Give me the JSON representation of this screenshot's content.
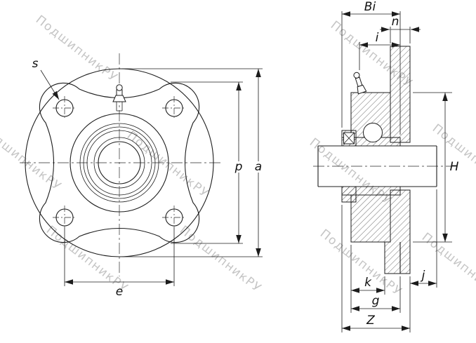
{
  "watermark": {
    "text": "ПодшипникРУ"
  },
  "front_view": {
    "dim_labels": {
      "s": "s",
      "e": "e",
      "p": "p",
      "a": "a"
    }
  },
  "side_view": {
    "dim_labels": {
      "Bi": "Bi",
      "n": "n",
      "i": "i",
      "H": "H",
      "k": "k",
      "j": "j",
      "g": "g",
      "Z": "Z"
    }
  },
  "colors": {
    "line": "#1c1c1c",
    "watermark": "#c5c5c5",
    "background": "#ffffff"
  }
}
